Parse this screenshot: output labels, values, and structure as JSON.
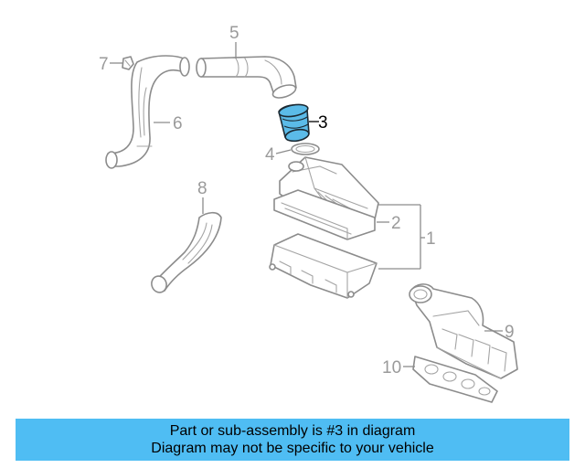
{
  "diagram": {
    "callouts": {
      "c1": "1",
      "c2": "2",
      "c3": "3",
      "c4": "4",
      "c5": "5",
      "c6": "6",
      "c7": "7",
      "c8": "8",
      "c9": "9",
      "c10": "10"
    },
    "highlighted_part": "3",
    "highlight_color": "#5bbbe8"
  },
  "banner": {
    "line1": "Part or sub-assembly is #3 in diagram",
    "line2": "Diagram may not be specific to your vehicle",
    "color": "#4fbdf3"
  }
}
